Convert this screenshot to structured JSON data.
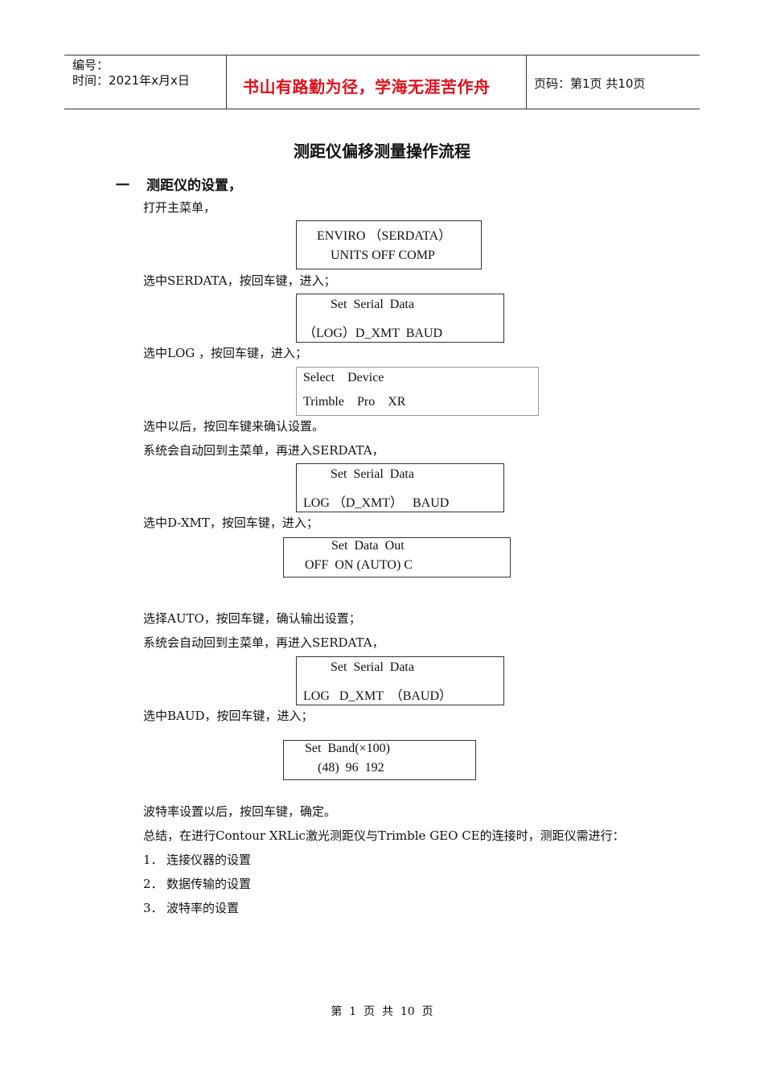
{
  "header": {
    "number_label": "编号：",
    "time_label": "时间：2021年x月x日",
    "motto": "书山有路勤为径，学海无涯苦作舟",
    "page_label": "页码：第1页  共10页"
  },
  "title": "测距仪偏移测量操作流程",
  "section1": {
    "marker": "一",
    "heading": "测距仪的设置，"
  },
  "paragraphs": {
    "p1": "打开主菜单，",
    "p2": "选中SERDATA，按回车键，进入；",
    "p3": "选中LOG ，按回车键，进入；",
    "p4": "选中以后，按回车键来确认设置。",
    "p5": "系统会自动回到主菜单，再进入SERDATA，",
    "p6": "选中D-XMT，按回车键，进入；",
    "p7": "选择AUTO，按回车键，确认输出设置；",
    "p8": "系统会自动回到主菜单，再进入SERDATA，",
    "p9": "选中BAUD，按回车键，进入；",
    "p10": "波特率设置以后，按回车键，确定。",
    "p11": "总结，在进行Contour XRLic激光测距仪与Trimble GEO CE的连接时，测距仪需进行："
  },
  "boxes": {
    "b1": {
      "l1": "ENVIRO （SERDATA）",
      "l2": "UNITS OFF COMP"
    },
    "b2": {
      "l1": "Set  Serial  Data",
      "l2": "（LOG）D_XMT  BAUD"
    },
    "b3": {
      "l1": "Select    Device",
      "l2": "Trimble    Pro    XR"
    },
    "b4": {
      "l1": "Set  Serial  Data",
      "l2": "LOG （D_XMT）   BAUD"
    },
    "b5": {
      "l1": "Set  Data  Out",
      "l2": "OFF  ON (AUTO) C"
    },
    "b6": {
      "l1": "Set  Serial  Data",
      "l2": "LOG   D_XMT  （BAUD）"
    },
    "b7": {
      "l1": "Set  Band(×100)",
      "l2": "(48)  96  192"
    }
  },
  "list": [
    {
      "num": "1．",
      "text": "连接仪器的设置"
    },
    {
      "num": "2．",
      "text": "数据传输的设置"
    },
    {
      "num": "3．",
      "text": "波特率的设置"
    }
  ],
  "footer": "第  1  页  共  10  页"
}
